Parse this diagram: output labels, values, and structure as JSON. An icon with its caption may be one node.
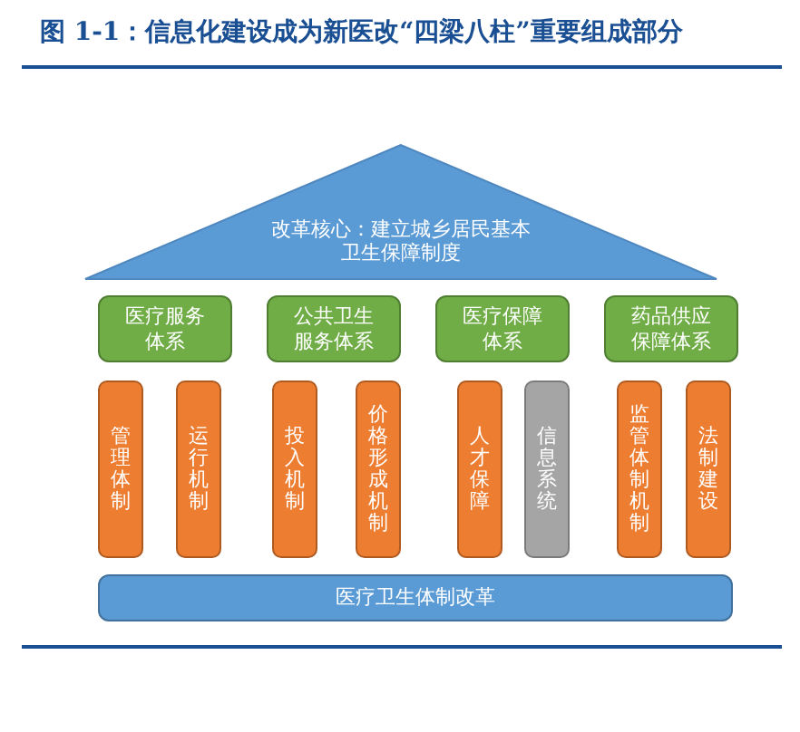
{
  "diagram": {
    "title": "图 1-1：信息化建设成为新医改“四梁八柱”重要组成部分",
    "nodes": [
      {
        "text": [
          "改革核心：建立城乡居民基本卫生保障制度"
        ]
      },
      {
        "text": [
          "医疗服务体系"
        ]
      },
      {
        "text": [
          "公共卫生服务体系"
        ]
      },
      {
        "text": [
          "医疗保障体系"
        ]
      },
      {
        "text": [
          "药品供应保障体系"
        ]
      },
      {
        "text": [
          "管理体制"
        ]
      },
      {
        "text": [
          "运行机制"
        ]
      },
      {
        "text": [
          "投入机制"
        ]
      },
      {
        "text": [
          "价格形成机制"
        ]
      },
      {
        "text": [
          "人才保障"
        ]
      },
      {
        "text": [
          "信息系统"
        ]
      },
      {
        "text": [
          "监管体制机制"
        ]
      },
      {
        "text": [
          "法制建设"
        ]
      },
      {
        "text": [
          "医疗卫生体制改革"
        ]
      }
    ],
    "edges": []
  }
}
